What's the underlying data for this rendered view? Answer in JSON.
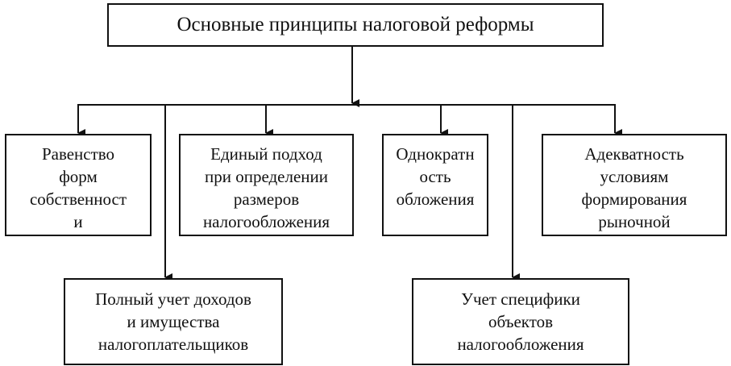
{
  "diagram": {
    "title": "Основные принципы налоговой реформы",
    "top_row": [
      {
        "lines": [
          "Равенство",
          "форм",
          "собственност",
          "и"
        ]
      },
      {
        "lines": [
          "Единый подход",
          "при определении",
          "размеров",
          "налогообложения"
        ]
      },
      {
        "lines": [
          "Однократн",
          "ость",
          "обложения"
        ]
      },
      {
        "lines": [
          "Адекватность",
          "условиям",
          "формирования",
          "рыночной"
        ]
      }
    ],
    "bottom_row": [
      {
        "lines": [
          "Полный учет доходов",
          "и имущества",
          "налогоплательщиков"
        ]
      },
      {
        "lines": [
          "Учет специфики",
          "объектов",
          "налогообложения"
        ]
      }
    ],
    "line_color": "#111111"
  }
}
